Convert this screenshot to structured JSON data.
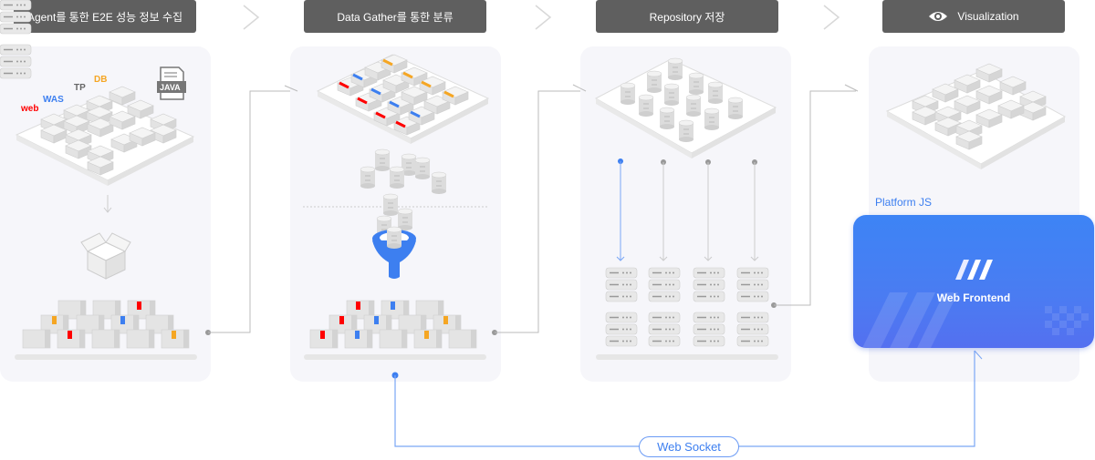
{
  "stages": [
    {
      "title": "Agent를 통한 E2E 성능 정보 수집"
    },
    {
      "title": "Data Gather를 통한 분류"
    },
    {
      "title": "Repository 저장"
    },
    {
      "title": "Visualization",
      "icon": "eye-icon"
    }
  ],
  "agent_labels": {
    "web": "web",
    "was": "WAS",
    "tp": "TP",
    "db": "DB",
    "java": "JAVA"
  },
  "colors": {
    "web": "#ff0000",
    "was": "#3d7ff0",
    "tp": "#666666",
    "db": "#f5a623",
    "accent": "#3d7ff0",
    "pill": "#5f5f5f"
  },
  "visualization": {
    "platform_label": "Platform JS",
    "frontend_label": "Web Frontend"
  },
  "connection": {
    "label": "Web Socket"
  }
}
